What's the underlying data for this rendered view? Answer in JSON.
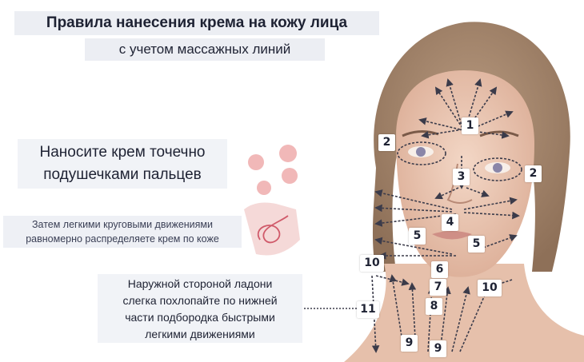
{
  "title": "Правила нанесения крема на кожу лица",
  "subtitle": "с учетом массажных линий",
  "instructions": {
    "dab_line1": "Наносите крем точечно",
    "dab_line2": "подушечками пальцев",
    "circular_line1": "Затем легкими круговыми движениями",
    "circular_line2": "равномерно распределяете крем по коже",
    "pat_line1": "Наружной стороной ладони",
    "pat_line2": "слегка похлопайте по нижней",
    "pat_line3": "части подбородка быстрыми",
    "pat_line4": "легкими движениями"
  },
  "markers": {
    "m1": "1",
    "m2a": "2",
    "m2b": "2",
    "m3": "3",
    "m4": "4",
    "m5a": "5",
    "m5b": "5",
    "m6": "6",
    "m7": "7",
    "m8": "8",
    "m9a": "9",
    "m9b": "9",
    "m10a": "10",
    "m10b": "10",
    "m11": "11"
  },
  "colors": {
    "skin": "#e9c6b3",
    "hair": "#a88a72",
    "arrow": "#3b3b4a",
    "label_bg": "#eceef3"
  }
}
